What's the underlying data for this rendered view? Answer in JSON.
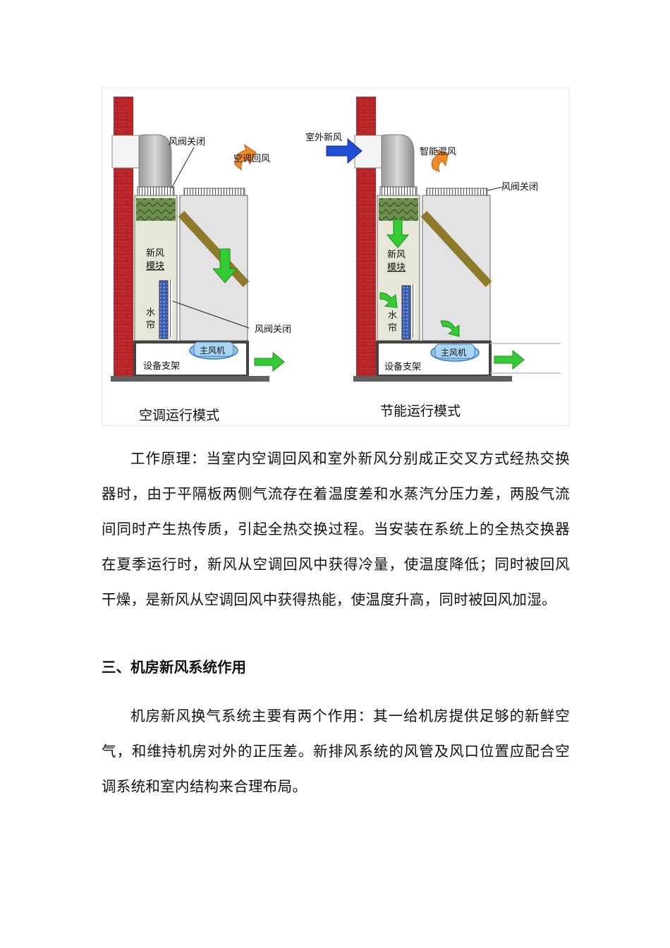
{
  "figure": {
    "left_panel": {
      "title": "空调运行模式",
      "labels": {
        "damper_top": "风阀关闭",
        "return_air": "空调回风",
        "module_line1": "新风",
        "module_line2": "模块",
        "curtain_line1": "水",
        "curtain_line2": "帘",
        "damper_bottom": "风阀关闭",
        "fan": "主风机",
        "stand": "设备支架"
      }
    },
    "right_panel": {
      "title": "节能运行模式",
      "labels": {
        "outdoor_air": "室外新风",
        "mixing": "智能混风",
        "damper": "风阀关闭",
        "module_line1": "新风",
        "module_line2": "模块",
        "curtain_line1": "水",
        "curtain_line2": "帘",
        "fan": "主风机",
        "stand": "设备支架"
      }
    },
    "colors": {
      "wall": "#c0282b",
      "green_arrow": "#33cc33",
      "orange_arrow": "#f08a24",
      "blue_arrow": "#1f4fd6",
      "fan": "#8ec4ee"
    }
  },
  "paragraph1": "工作原理：当室内空调回风和室外新风分别成正交叉方式经热交换器时，由于平隔板两侧气流存在着温度差和水蒸汽分压力差，两股气流间同时产生热传质，引起全热交换过程。当安装在系统上的全热交换器在夏季运行时，新风从空调回风中获得冷量，使温度降低；同时被回风干燥，是新风从空调回风中获得热能，使温度升高，同时被回风加湿。",
  "heading": "三、机房新风系统作用",
  "paragraph2": "机房新风换气系统主要有两个作用：其一给机房提供足够的新鲜空气，和维持机房对外的正压差。新排风系统的风管及风口位置应配合空调系统和室内结构来合理布局。"
}
